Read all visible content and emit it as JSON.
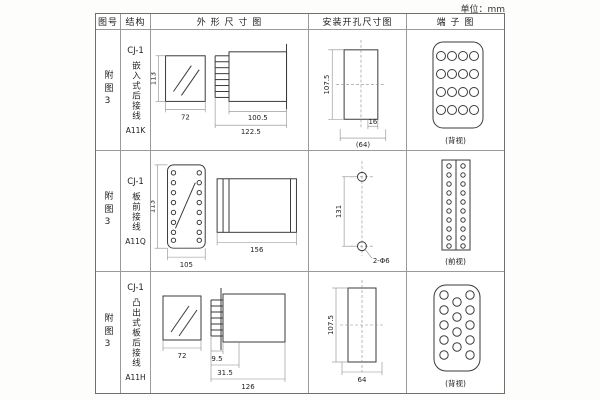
{
  "page": {
    "unit": "单位：mm"
  },
  "headers": {
    "fig": "图号",
    "structure": "结构",
    "outline": "外 形 尺 寸 图",
    "mounting": "安装开孔尺寸图",
    "terminal": "端 子 图"
  },
  "rows": [
    {
      "fig": "附图3",
      "model": "CJ-1",
      "structure": "嵌入式后接线",
      "code": "A11K",
      "outline": {
        "height": "113",
        "width": "72",
        "body": "100.5",
        "overall": "122.5"
      },
      "mounting": {
        "height": "107.5",
        "offset": "16",
        "width": "(64)"
      },
      "terminal": {
        "note": "(背视)"
      }
    },
    {
      "fig": "附图3",
      "model": "CJ-1",
      "structure": "板前接线",
      "code": "A11Q",
      "outline": {
        "height": "113",
        "width": "105",
        "overall": "156"
      },
      "mounting": {
        "holes": "2-Φ6",
        "height": "131"
      },
      "terminal": {
        "note": "(前视)"
      }
    },
    {
      "fig": "附图3",
      "model": "CJ-1",
      "structure": "凸出式板后接线",
      "code": "A11H",
      "outline": {
        "width": "72",
        "pin": "9.5",
        "stub": "31.5",
        "overall": "126"
      },
      "mounting": {
        "height": "107.5",
        "width": "64"
      },
      "terminal": {
        "note": "(背视)"
      }
    }
  ]
}
